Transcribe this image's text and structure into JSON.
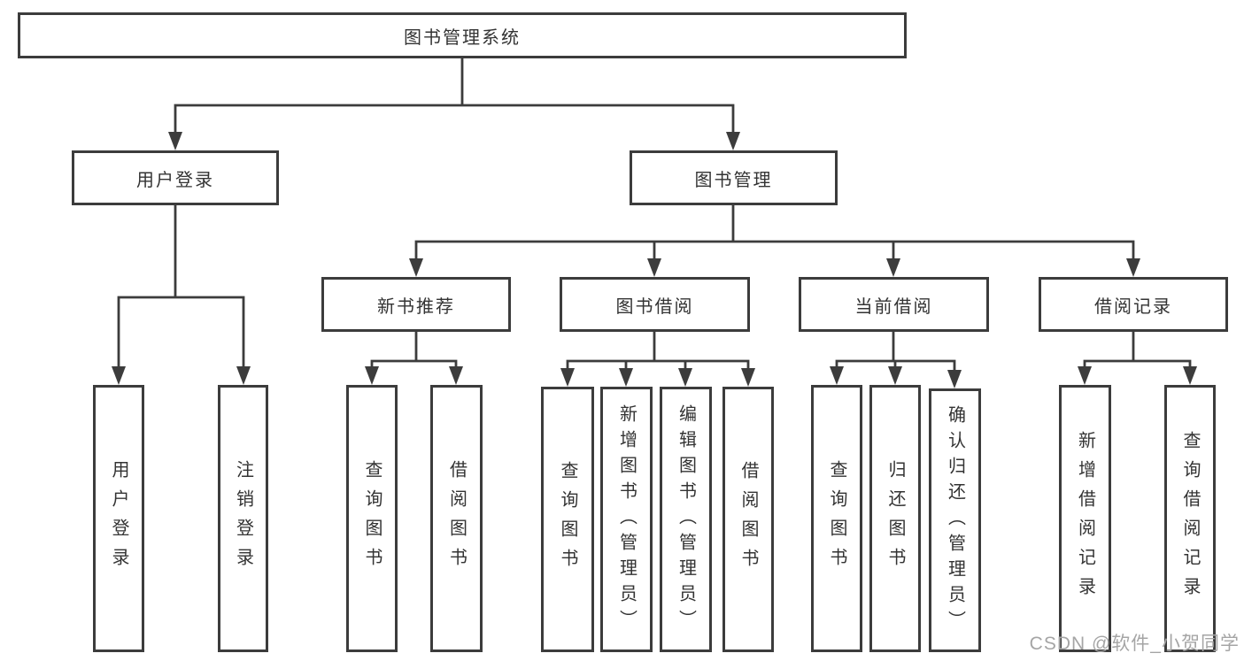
{
  "title": "图书管理系统",
  "watermark": "CSDN @软件_小贺同学",
  "colors": {
    "line": "#3c3c3c",
    "text": "#333333",
    "box_background": "#ffffff",
    "page_background": "#ffffff",
    "watermark": "#a5a5a5"
  },
  "tree": {
    "root": "图书管理系统",
    "branches": [
      {
        "label": "用户登录",
        "children": [
          "用户登录",
          "注销登录"
        ]
      },
      {
        "label": "图书管理",
        "children": [
          {
            "label": "新书推荐",
            "children": [
              "查询图书",
              "借阅图书"
            ]
          },
          {
            "label": "图书借阅",
            "children": [
              "查询图书",
              "新增图书（管理员）",
              "编辑图书（管理员）",
              "借阅图书"
            ]
          },
          {
            "label": "当前借阅",
            "children": [
              "查询图书",
              "归还图书",
              "确认归还（管理员）"
            ]
          },
          {
            "label": "借阅记录",
            "children": [
              "新增借阅记录",
              "查询借阅记录"
            ]
          }
        ]
      }
    ]
  }
}
